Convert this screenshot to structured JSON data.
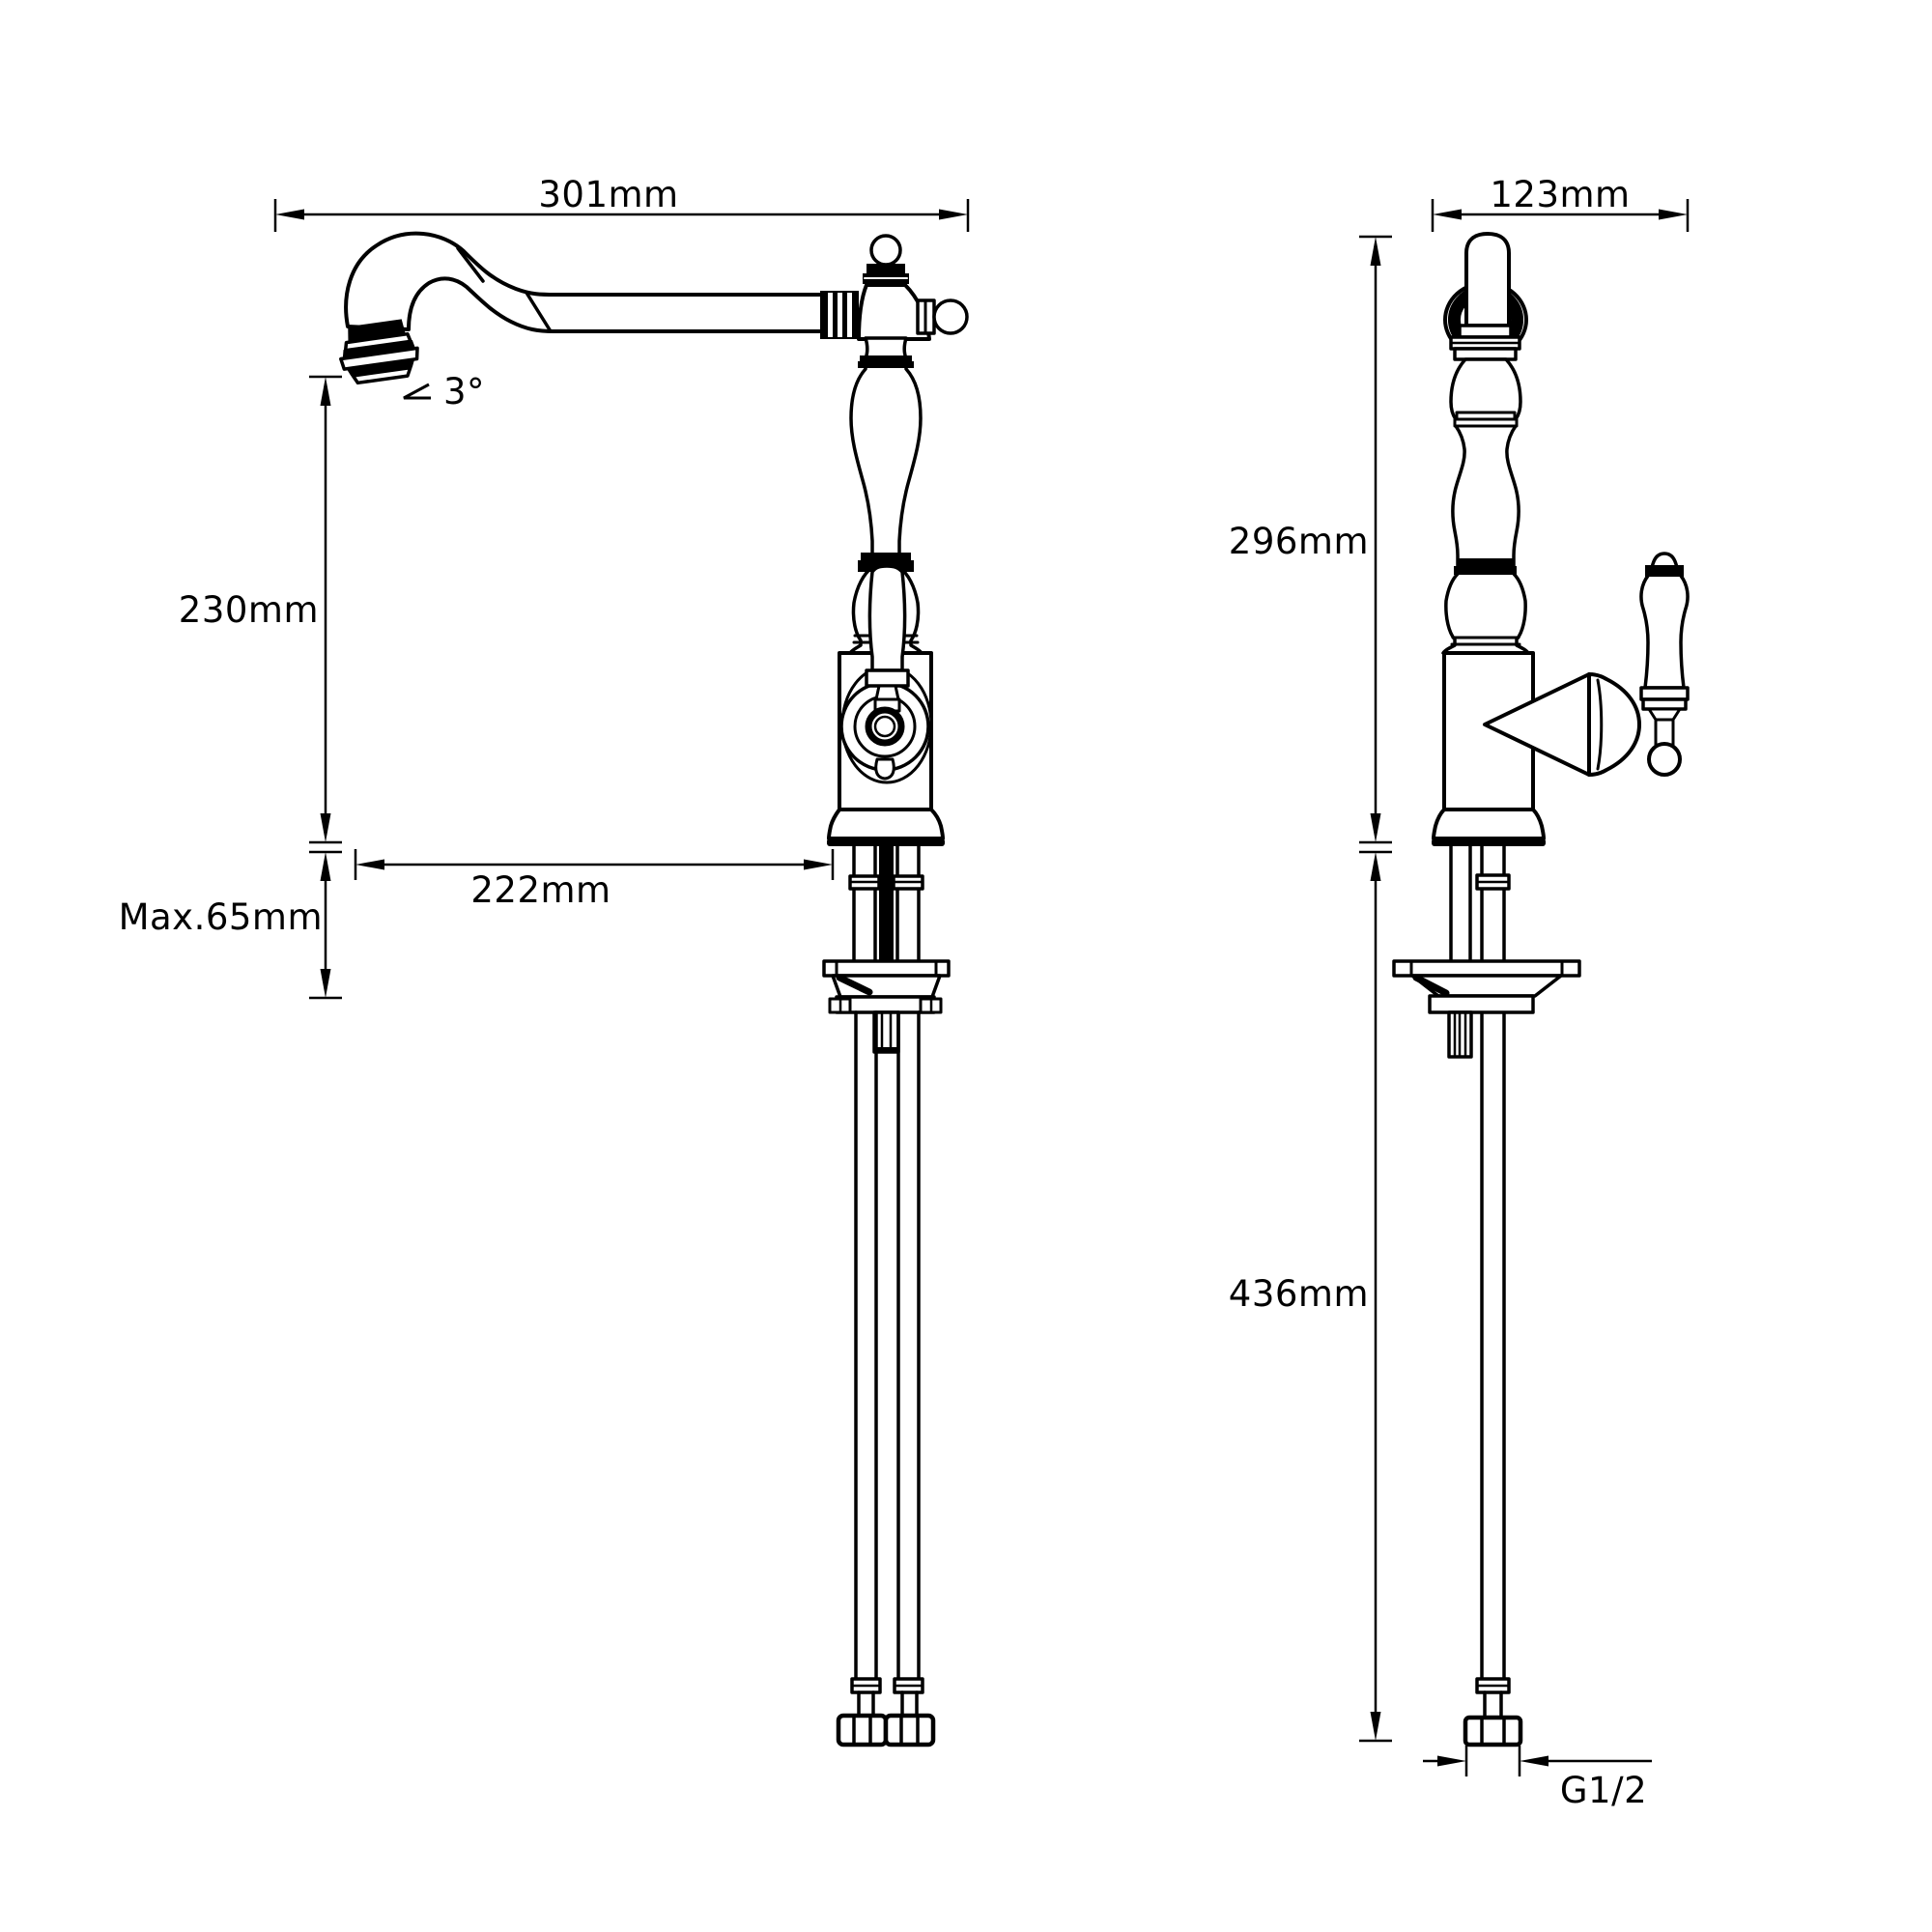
{
  "page": {
    "background": "#ffffff",
    "line_color": "#000000"
  },
  "drawing": {
    "subject": "kitchen faucet two-view technical dimension drawing",
    "views": [
      "front view with spout reach",
      "side view with handle"
    ],
    "labels": {
      "spout_reach": "301mm",
      "depth": "123mm",
      "spout_height": "230mm",
      "max_deck_thickness": "Max.65mm",
      "horizontal_reach": "222mm",
      "body_height": "296mm",
      "hose_length": "436mm",
      "swivel_angle": "3°",
      "thread_size": "G1/2"
    }
  }
}
